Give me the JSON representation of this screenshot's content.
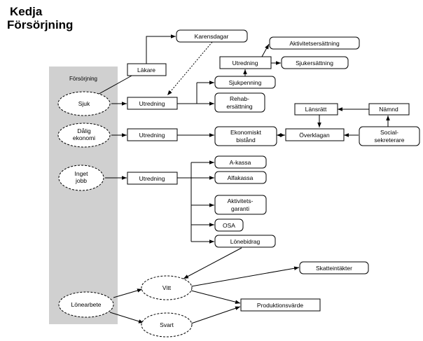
{
  "title": {
    "line1": "Kedja",
    "line2": "Försörjning"
  },
  "panel": {
    "label": "Försörjning",
    "color": "#d0d0d0"
  },
  "ovals": {
    "sjuk": "Sjuk",
    "dalig_line1": "Dålig",
    "dalig_line2": "ekonomi",
    "inget_line1": "Inget",
    "inget_line2": "jobb",
    "lonearbete": "Lönearbete",
    "vitt": "Vitt",
    "svart": "Svart"
  },
  "boxes": {
    "lakare": "Läkare",
    "karensdagar": "Karensdagar",
    "utredning_sjuk": "Utredning",
    "utredning_upper": "Utredning",
    "aktivitetsersattning": "Aktivitetsersättning",
    "sjukersattning": "Sjukersättning",
    "sjukpenning": "Sjukpenning",
    "rehab_line1": "Rehab-",
    "rehab_line2": "ersättning",
    "utredning_ekonomi": "Utredning",
    "ekonomiskt_line1": "Ekonomiskt",
    "ekonomiskt_line2": "bistånd",
    "overklagan": "Överklagan",
    "lansratt": "Länsrätt",
    "namnd": "Nämnd",
    "social_line1": "Social-",
    "social_line2": "sekreterare",
    "utredning_jobb": "Utredning",
    "akassa": "A-kassa",
    "alfakassa": "Alfakassa",
    "aktivitets_line1": "Aktivitets-",
    "aktivitets_line2": "garanti",
    "osa": "OSA",
    "lonebidrag": "Lönebidrag",
    "skatteintakter": "Skatteintäkter",
    "produktionsvarde": "Produktionsvärde"
  }
}
